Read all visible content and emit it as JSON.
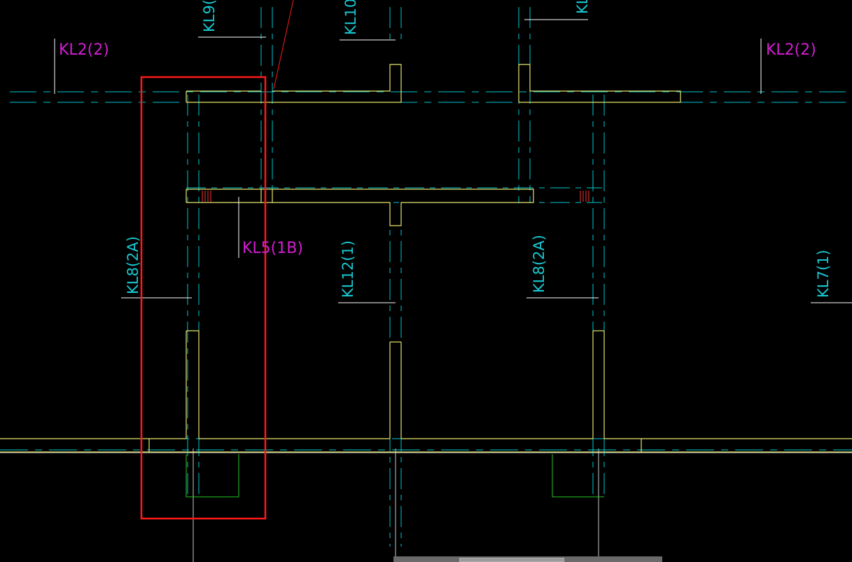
{
  "colors": {
    "background": "#000000",
    "beam_line": "#e6e66e",
    "axis_line": "#00c8d2",
    "grid_line": "#c8c8c8",
    "magenta_label": "#d21ed2",
    "cyan_label": "#18c8d2",
    "selection": "#ff1a1a",
    "green_line": "#28c828",
    "hatch": "#ff3232",
    "scrollbar": "#6a6a6a"
  },
  "labels": {
    "kl2_left": "KL2(2)",
    "kl2_right": "KL2(2)",
    "kl5": "KL5(1B)",
    "kl9": "KL9(",
    "kl10": "KL10(",
    "kl_top_right": "KL",
    "kl8_left": "KL8(2A)",
    "kl12": "KL12(1)",
    "kl8_right": "KL8(2A)",
    "kl7": "KL7(1)"
  },
  "icons": {
    "selection_box": "red-rectangle",
    "leader_line": "red-leader-line",
    "hatch_marks": "red-hatch-marks"
  }
}
